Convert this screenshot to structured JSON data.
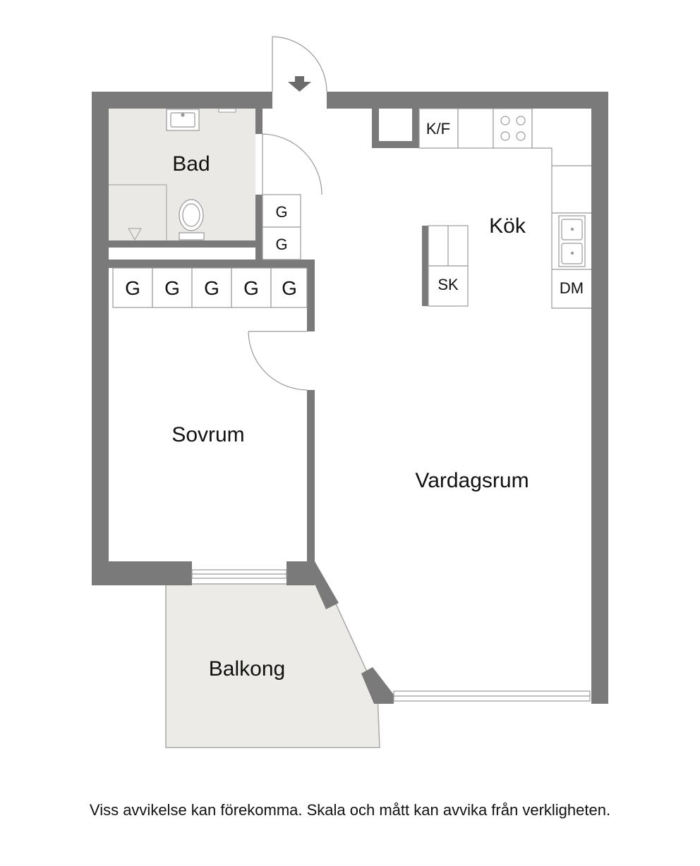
{
  "rooms": {
    "bad": "Bad",
    "kok": "Kök",
    "sovrum": "Sovrum",
    "vardagsrum": "Vardagsrum",
    "balkong": "Balkong"
  },
  "fixtures": {
    "kf": "K/F",
    "sk": "SK",
    "dm": "DM",
    "g": "G"
  },
  "disclaimer": "Viss avvikelse kan förekomma. Skala och mått kan avvika från verkligheten.",
  "colors": {
    "wall": "#7a7a7b",
    "wet_floor": "#ebe9e5",
    "balcony_floor": "#ecebe7",
    "line": "#999999"
  }
}
